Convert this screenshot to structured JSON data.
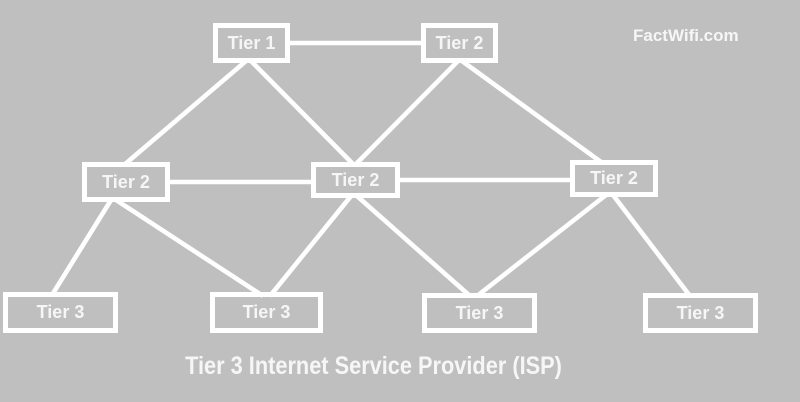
{
  "watermark": "FactWifi.com",
  "caption": "Tier 3 Internet Service Provider (ISP)",
  "colors": {
    "background": "#bfbfbf",
    "foreground": "#ffffff",
    "text": "#f6f6f6"
  },
  "nodes": [
    {
      "id": "tier1-top",
      "label": "Tier 1"
    },
    {
      "id": "tier2-top",
      "label": "Tier 2"
    },
    {
      "id": "tier2-left",
      "label": "Tier 2"
    },
    {
      "id": "tier2-center",
      "label": "Tier 2"
    },
    {
      "id": "tier2-right",
      "label": "Tier 2"
    },
    {
      "id": "tier3-1",
      "label": "Tier 3"
    },
    {
      "id": "tier3-2",
      "label": "Tier 3"
    },
    {
      "id": "tier3-3",
      "label": "Tier 3"
    },
    {
      "id": "tier3-4",
      "label": "Tier 3"
    }
  ],
  "connections": [
    [
      "tier1-top",
      "tier2-top"
    ],
    [
      "tier1-top",
      "tier2-left"
    ],
    [
      "tier1-top",
      "tier2-center"
    ],
    [
      "tier2-top",
      "tier2-center"
    ],
    [
      "tier2-top",
      "tier2-right"
    ],
    [
      "tier2-left",
      "tier2-center"
    ],
    [
      "tier2-center",
      "tier2-right"
    ],
    [
      "tier2-left",
      "tier3-1"
    ],
    [
      "tier2-left",
      "tier3-2"
    ],
    [
      "tier2-center",
      "tier3-2"
    ],
    [
      "tier2-center",
      "tier3-3"
    ],
    [
      "tier2-right",
      "tier3-3"
    ],
    [
      "tier2-right",
      "tier3-4"
    ]
  ]
}
